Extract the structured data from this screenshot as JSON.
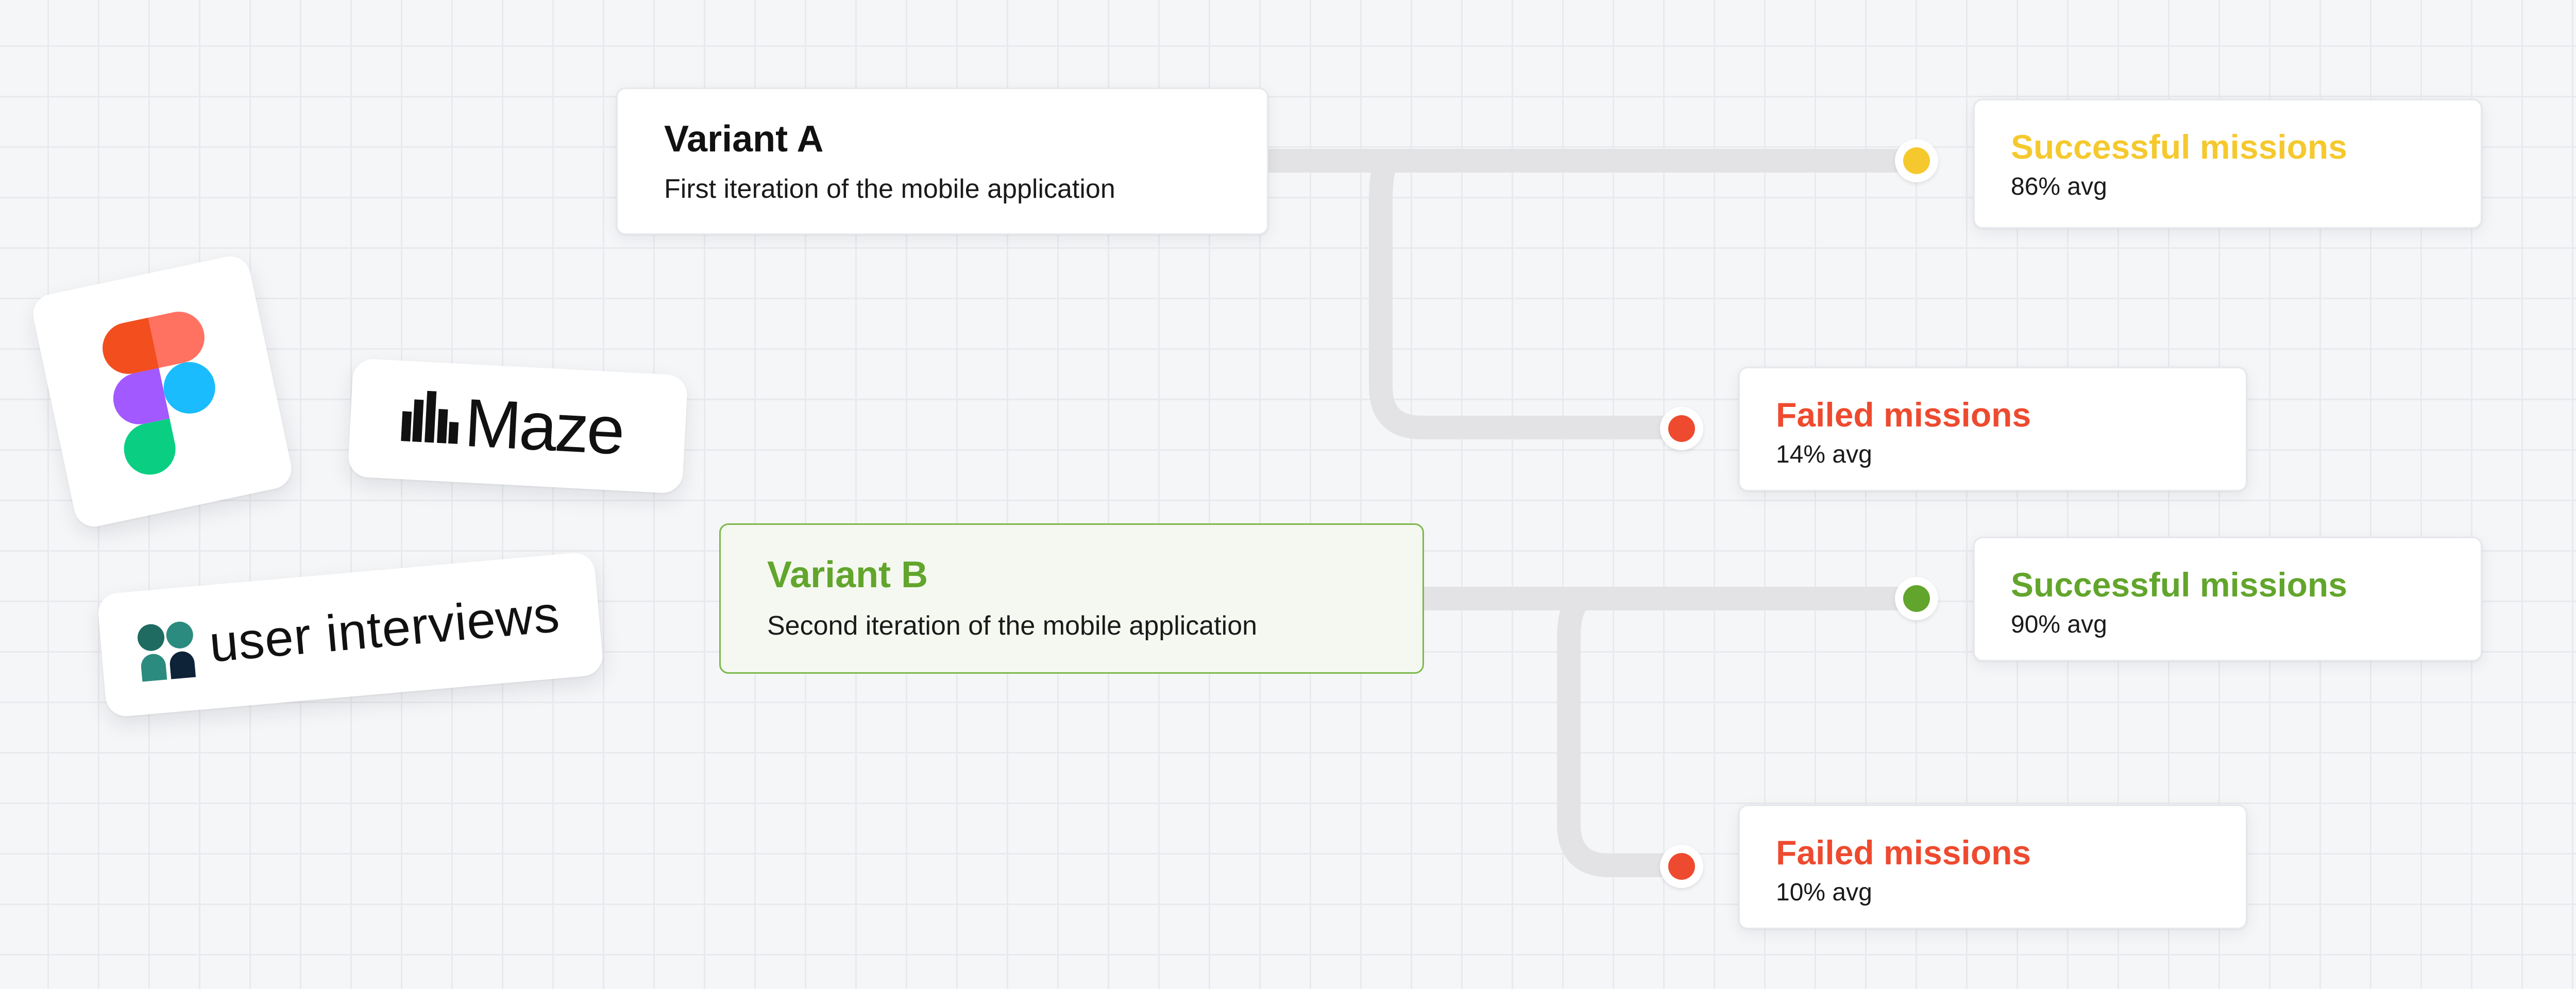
{
  "variants": [
    {
      "title": "Variant A",
      "subtitle": "First iteration of the mobile application"
    },
    {
      "title": "Variant B",
      "subtitle": "Second  iteration of the mobile application"
    }
  ],
  "outcomes": {
    "a_success": {
      "title": "Successful missions",
      "avg": "86% avg"
    },
    "a_failed": {
      "title": "Failed missions",
      "avg": "14% avg"
    },
    "b_success": {
      "title": "Successful missions",
      "avg": "90% avg"
    },
    "b_failed": {
      "title": "Failed missions",
      "avg": "10% avg"
    }
  },
  "logos": {
    "maze": "Maze",
    "user_interviews": "user interviews"
  },
  "icons": [
    "figma-logo-icon",
    "maze-logo-icon",
    "user-interviews-logo-icon",
    "status-dot-icon"
  ],
  "colors": {
    "success_yellow": "#f5c92e",
    "success_green": "#62a52c",
    "failed_red": "#ee4a2f",
    "connector": "#e4e4e7",
    "variant_b_border": "#7cb84b",
    "variant_b_bg": "#f4f8f0"
  }
}
